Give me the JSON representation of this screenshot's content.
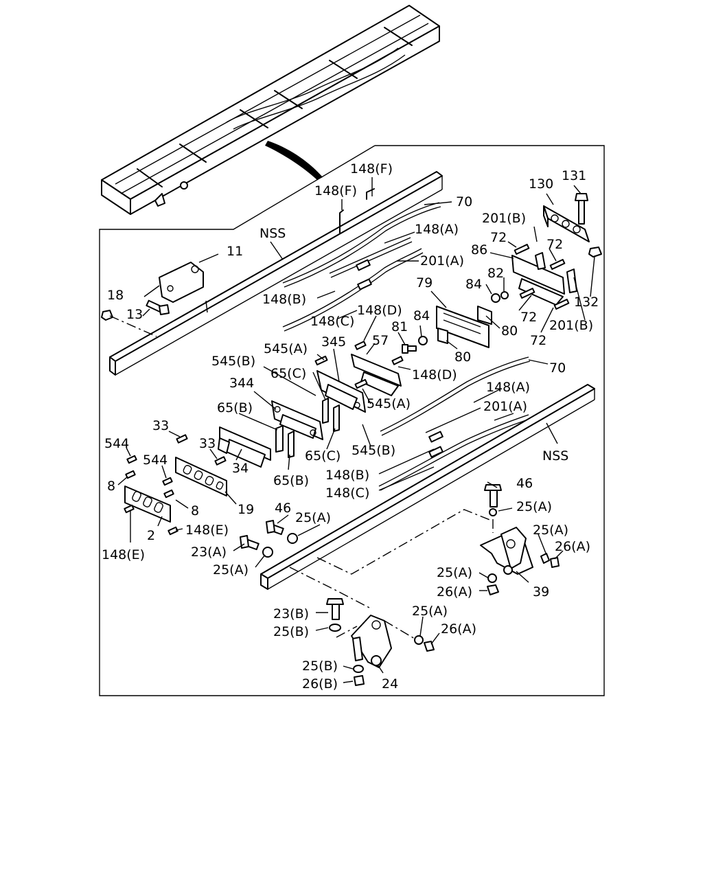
{
  "labels": {
    "l148F_a": "148(F)",
    "l148F_b": "148(F)",
    "l70_a": "70",
    "lNSS_a": "NSS",
    "l11": "11",
    "l148A_a": "148(A)",
    "l201A_a": "201(A)",
    "l148B_a": "148(B)",
    "l148C_a": "148(C)",
    "l18": "18",
    "l13": "13",
    "l130": "130",
    "l131": "131",
    "l201B_a": "201(B)",
    "l72_a": "72",
    "l72_b": "72",
    "l86": "86",
    "l84_a": "84",
    "l82": "82",
    "l79": "79",
    "l148D_a": "148(D)",
    "l84_b": "84",
    "l81": "81",
    "l80_a": "80",
    "l80_b": "80",
    "l72_c": "72",
    "l72_d": "72",
    "l132": "132",
    "l201B_b": "201(B)",
    "l545A_a": "545(A)",
    "l345": "345",
    "l57": "57",
    "l545B_a": "545(B)",
    "l65C_a": "65(C)",
    "l148D_b": "148(D)",
    "l70_b": "70",
    "l344": "344",
    "l545A_b": "545(A)",
    "l148A_b": "148(A)",
    "l65B_a": "65(B)",
    "l201A_b": "201(A)",
    "l33_a": "33",
    "l33_b": "33",
    "l65C_b": "65(C)",
    "l545B_b": "545(B)",
    "lNSS_b": "NSS",
    "l544_a": "544",
    "l544_b": "544",
    "l34": "34",
    "l65B_b": "65(B)",
    "l148B_b": "148(B)",
    "l8_a": "8",
    "l148C_b": "148(C)",
    "l8_b": "8",
    "l19": "19",
    "l46_a": "46",
    "l46_b": "46",
    "l25A_a": "25(A)",
    "l25A_b": "25(A)",
    "l2": "2",
    "l148E_a": "148(E)",
    "l25A_c": "25(A)",
    "l26A_a": "26(A)",
    "l148E_b": "148(E)",
    "l23A": "23(A)",
    "l25A_d": "25(A)",
    "l25A_e": "25(A)",
    "l26A_b": "26(A)",
    "l39": "39",
    "l23B": "23(B)",
    "l25A_f": "25(A)",
    "l26A_c": "26(A)",
    "l25B_a": "25(B)",
    "l25B_b": "25(B)",
    "l26B": "26(B)",
    "l24": "24"
  }
}
